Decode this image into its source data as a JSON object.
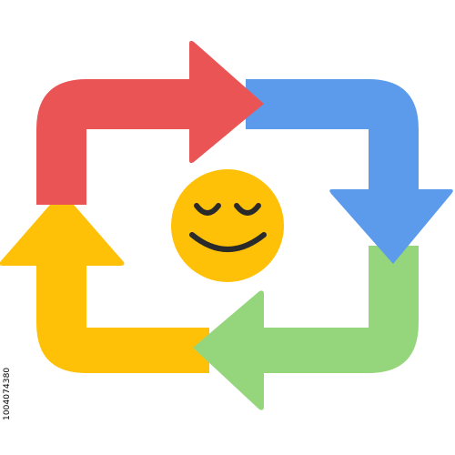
{
  "icon": {
    "name": "cycle-arrows-with-calm-face",
    "arrows": [
      {
        "id": "top",
        "color": "#EA5454",
        "direction": "right"
      },
      {
        "id": "right",
        "color": "#5C9BEB",
        "direction": "down"
      },
      {
        "id": "bottom",
        "color": "#95D67D",
        "direction": "left"
      },
      {
        "id": "left",
        "color": "#FFC107",
        "direction": "up"
      }
    ],
    "face": {
      "fill": "#FFC107",
      "feature_color": "#2A2A2A",
      "expression": "content-closed-eyes"
    }
  },
  "stock_id": "1004074380"
}
